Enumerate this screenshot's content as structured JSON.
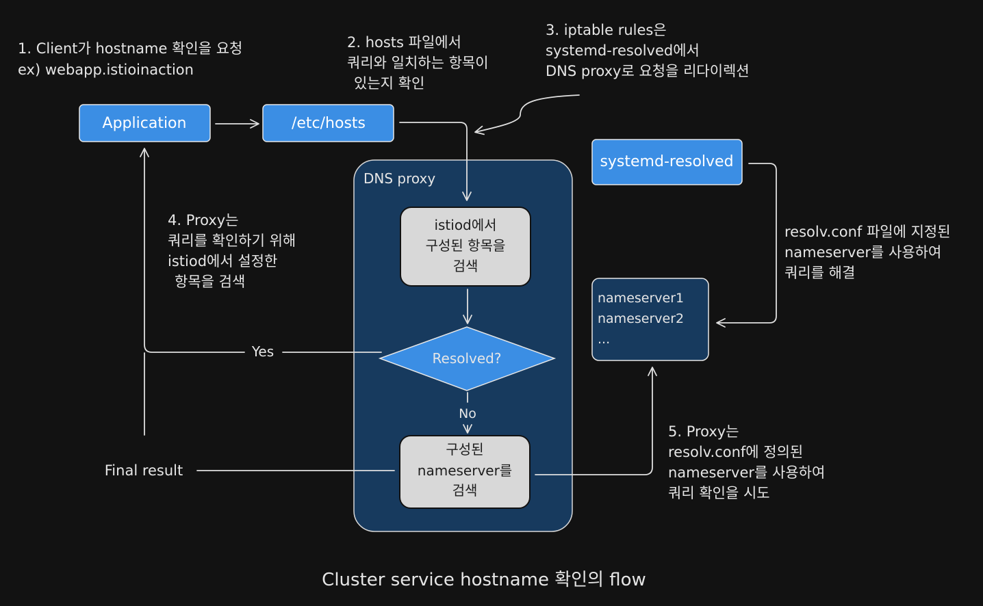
{
  "title": "Cluster service hostname 확인의 flow",
  "nodes": {
    "application": "Application",
    "etc_hosts": "/etc/hosts",
    "systemd_resolved": "systemd-resolved",
    "dns_proxy_label": "DNS proxy",
    "istiod_lookup": [
      "istiod에서",
      "구성된 항목을",
      "검색"
    ],
    "resolved_decision": "Resolved?",
    "nameserver_lookup": [
      "구성된",
      "nameserver를",
      "검색"
    ],
    "nameserver_list": [
      "nameserver1",
      "nameserver2",
      "..."
    ]
  },
  "edges": {
    "yes": "Yes",
    "no": "No",
    "final_result": "Final result"
  },
  "notes": {
    "step1": [
      "1. Client가 hostname 확인을 요청",
      "ex) webapp.istioinaction"
    ],
    "step2": [
      "2. hosts 파일에서",
      "쿼리와 일치하는 항목이",
      "있는지 확인"
    ],
    "step3": [
      "3. iptable rules은",
      "systemd-resolved에서",
      "DNS proxy로 요청을 리다이렉션"
    ],
    "step4": [
      "4. Proxy는",
      "쿼리를 확인하기 위해",
      "istiod에서 설정한",
      "항목을 검색"
    ],
    "step5": [
      "5. Proxy는",
      "resolv.conf에 정의된",
      "nameserver를 사용하여",
      "쿼리 확인을 시도"
    ],
    "resolv_note": [
      "resolv.conf 파일에 지정된",
      "nameserver를 사용하여",
      "쿼리를 해결"
    ]
  },
  "colors": {
    "background": "#121212",
    "accent_blue": "#3b8ee4",
    "proxy_container": "#173a5e",
    "process_box": "#d8d8d8",
    "line": "#e0e0e0"
  }
}
